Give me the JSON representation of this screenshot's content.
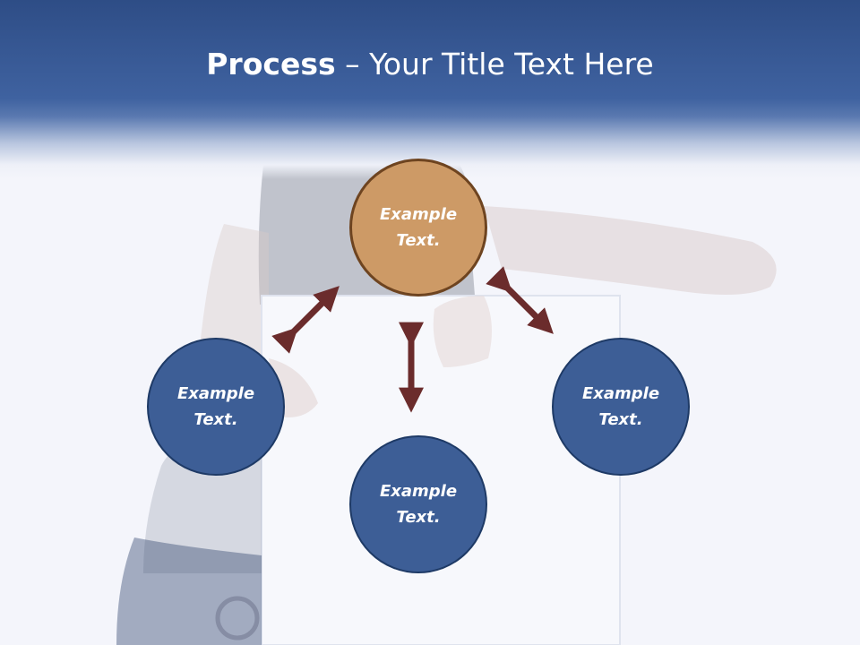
{
  "slide": {
    "title_bold": "Process",
    "title_rest": " – Your Title Text Here"
  },
  "nodes": {
    "top": {
      "line1": "Example",
      "line2": "Text."
    },
    "left": {
      "line1": "Example",
      "line2": "Text."
    },
    "bottom": {
      "line1": "Example",
      "line2": "Text."
    },
    "right": {
      "line1": "Example",
      "line2": "Text."
    }
  },
  "colors": {
    "header_blue": "#3f62a0",
    "node_blue": "#3d5e96",
    "node_orange": "#cd9a66",
    "arrow": "#6b2c2c"
  },
  "icons": [
    "double-arrow-icon"
  ]
}
